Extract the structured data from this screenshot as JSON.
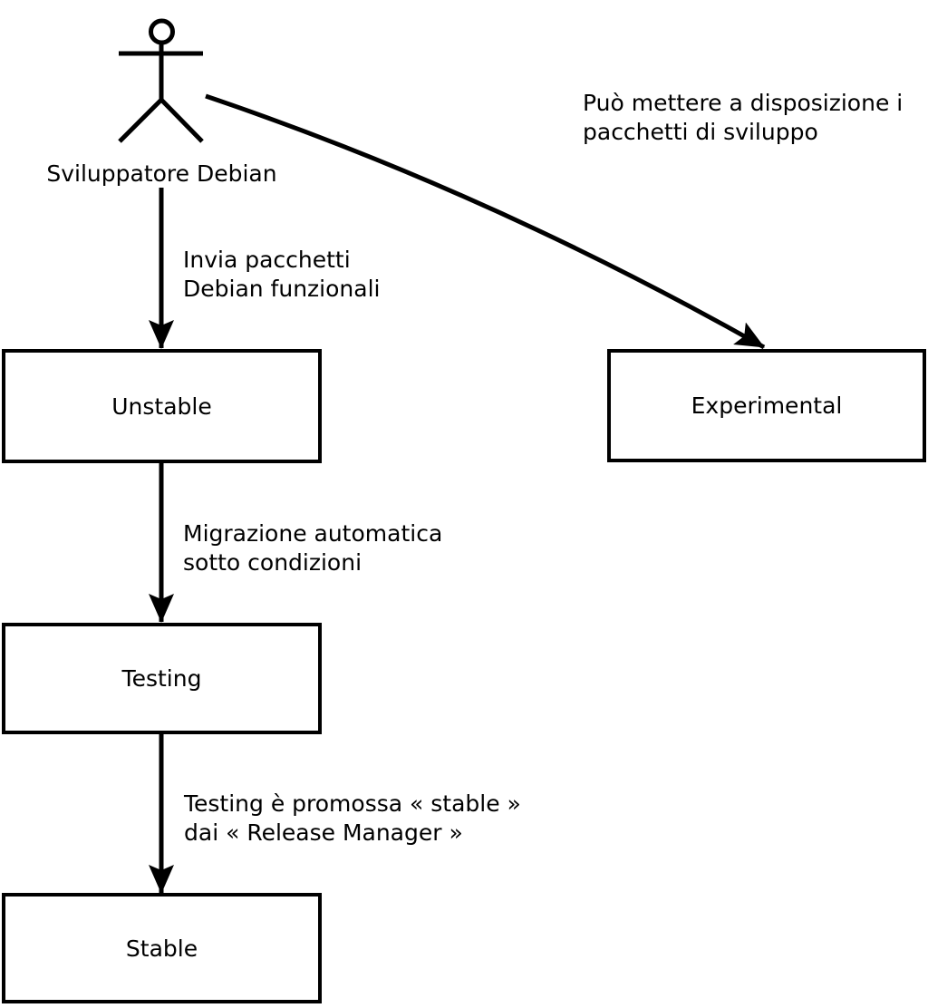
{
  "diagram": {
    "title_hint": "Debian package release flow",
    "colors": {
      "line": "#000000",
      "background": "#ffffff"
    },
    "actor": {
      "label": "Sviluppatore Debian"
    },
    "nodes": [
      {
        "id": "unstable",
        "label": "Unstable"
      },
      {
        "id": "experimental",
        "label": "Experimental"
      },
      {
        "id": "testing",
        "label": "Testing"
      },
      {
        "id": "stable",
        "label": "Stable"
      }
    ],
    "edges": [
      {
        "from": "actor",
        "to": "unstable",
        "label": "Invia pacchetti\nDebian funzionali"
      },
      {
        "from": "actor",
        "to": "experimental",
        "label": "Può mettere a disposizione i\npacchetti di sviluppo"
      },
      {
        "from": "unstable",
        "to": "testing",
        "label": "Migrazione automatica\nsotto condizioni"
      },
      {
        "from": "testing",
        "to": "stable",
        "label": "Testing è promossa « stable »\ndai « Release Manager »"
      }
    ]
  }
}
